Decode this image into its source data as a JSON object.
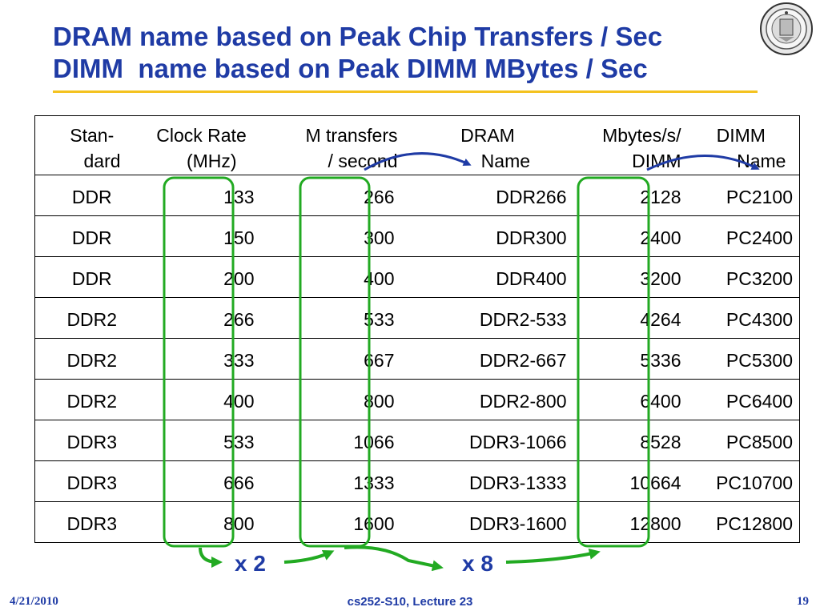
{
  "title": {
    "line1": "DRAM name based on Peak Chip Transfers / Sec",
    "line2": "DIMM  name based on Peak DIMM MBytes / Sec"
  },
  "table": {
    "headers": [
      [
        "Stan-",
        "    dard"
      ],
      [
        "Clock Rate",
        "    (MHz)"
      ],
      [
        "M transfers",
        "   / second"
      ],
      [
        "DRAM",
        "       Name"
      ],
      [
        "Mbytes/s/",
        "      DIMM"
      ],
      [
        "DIMM",
        "        Name"
      ]
    ],
    "rows": [
      [
        "DDR",
        "133",
        "266",
        "DDR266",
        "2128",
        "PC2100"
      ],
      [
        "DDR",
        "150",
        "300",
        "DDR300",
        "2400",
        "PC2400"
      ],
      [
        "DDR",
        "200",
        "400",
        "DDR400",
        "3200",
        "PC3200"
      ],
      [
        "DDR2",
        "266",
        "533",
        "DDR2-533",
        "4264",
        "PC4300"
      ],
      [
        "DDR2",
        "333",
        "667",
        "DDR2-667",
        "5336",
        "PC5300"
      ],
      [
        "DDR2",
        "400",
        "800",
        "DDR2-800",
        "6400",
        "PC6400"
      ],
      [
        "DDR3",
        "533",
        "1066",
        "DDR3-1066",
        "8528",
        "PC8500"
      ],
      [
        "DDR3",
        "666",
        "1333",
        "DDR3-1333",
        "10664",
        "PC10700"
      ],
      [
        "DDR3",
        "800",
        "1600",
        "DDR3-1600",
        "12800",
        "PC12800"
      ]
    ]
  },
  "annotations": {
    "mult1": "x 2",
    "mult2": "x 8"
  },
  "colors": {
    "title": "#1f3ba5",
    "rule": "#f4c21f",
    "highlight_green": "#22aa22",
    "arrow_blue": "#1f3ba5"
  },
  "footer": {
    "date": "4/21/2010",
    "course": "cs252-S10, Lecture 23",
    "page": "19"
  }
}
